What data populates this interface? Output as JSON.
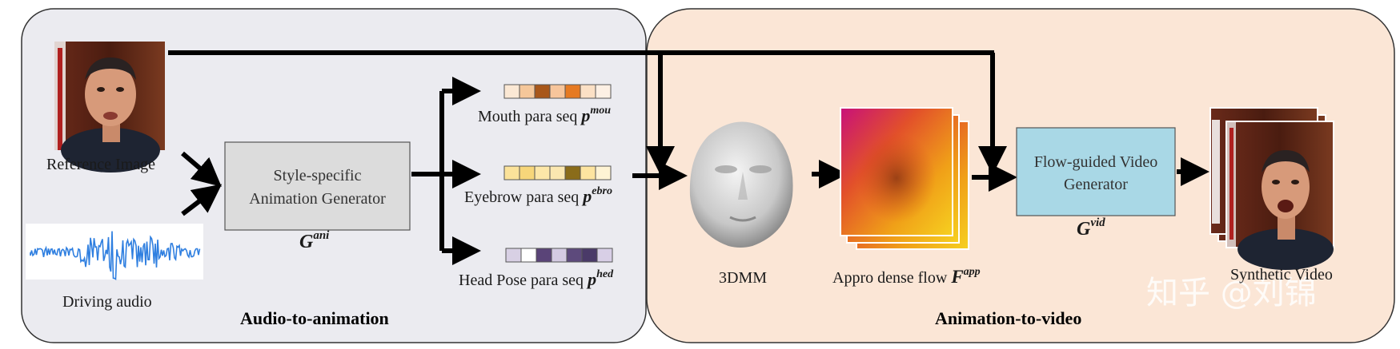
{
  "panels": {
    "left_title": "Audio-to-animation",
    "right_title": "Animation-to-video"
  },
  "inputs": {
    "reference_image_label": "Reference Image",
    "driving_audio_label": "Driving audio"
  },
  "generator_box": {
    "line1": "Style-specific",
    "line2": "Animation Generator",
    "symbol_base": "G",
    "symbol_sup": "ani"
  },
  "param_sequences": [
    {
      "label": "Mouth para seq ",
      "symbol": "p",
      "sup": "mou",
      "cells": [
        "#fbe8d4",
        "#f5c79a",
        "#a8571a",
        "#f7c59b",
        "#e67a22",
        "#fbe0c5",
        "#fdf0e4"
      ]
    },
    {
      "label": "Eyebrow para seq ",
      "symbol": "p",
      "sup": "ebro",
      "cells": [
        "#fbe29a",
        "#f7d67a",
        "#fde7a8",
        "#fbe7b0",
        "#8a6c1a",
        "#fde4a0",
        "#fef3d4"
      ]
    },
    {
      "label": "Head Pose para seq ",
      "symbol": "p",
      "sup": "hed",
      "cells": [
        "#d8d0e4",
        "#ffffff",
        "#5a4478",
        "#d4cbe2",
        "#5d4a7c",
        "#4a3a68",
        "#d8cfe6"
      ]
    }
  ],
  "face_model_label": "3DMM",
  "flow": {
    "label": "Appro dense flow ",
    "symbol": "F",
    "sup": "app"
  },
  "video_generator": {
    "line1": "Flow-guided Video",
    "line2": "Generator",
    "symbol_base": "G",
    "symbol_sup": "vid"
  },
  "output_label": "Synthetic Video",
  "watermark": "知乎 @刘锦",
  "colors": {
    "left_panel_fill": "#ebebf0",
    "right_panel_fill": "#fbe6d6",
    "generator_fill": "#dcdcdc",
    "video_generator_fill": "#a9d8e6",
    "audio_wave": "#2f7fe0"
  }
}
